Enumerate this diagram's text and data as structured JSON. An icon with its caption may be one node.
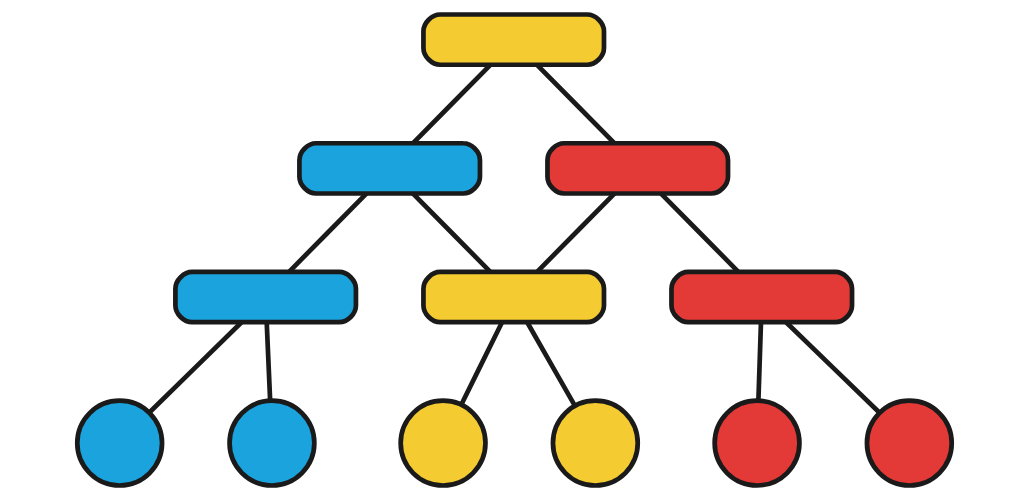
{
  "diagram": {
    "nodes": [
      {
        "text": [],
        "shape": "box"
      },
      {
        "text": [],
        "shape": "box"
      },
      {
        "text": [],
        "shape": "box"
      },
      {
        "text": [],
        "shape": "box"
      },
      {
        "text": [],
        "shape": "box"
      },
      {
        "text": [],
        "shape": "box"
      },
      {
        "text": [],
        "shape": "circle"
      },
      {
        "text": [],
        "shape": "circle"
      },
      {
        "text": [],
        "shape": "circle"
      },
      {
        "text": [],
        "shape": "circle"
      },
      {
        "text": [],
        "shape": "circle"
      },
      {
        "text": [],
        "shape": "circle"
      }
    ],
    "edges": [
      {
        "from": 0,
        "to": 1,
        "arrow": "none"
      },
      {
        "from": 0,
        "to": 2,
        "arrow": "none"
      },
      {
        "from": 1,
        "to": 3,
        "arrow": "none"
      },
      {
        "from": 1,
        "to": 4,
        "arrow": "none"
      },
      {
        "from": 2,
        "to": 4,
        "arrow": "none"
      },
      {
        "from": 2,
        "to": 5,
        "arrow": "none"
      },
      {
        "from": 3,
        "to": 6,
        "arrow": "none"
      },
      {
        "from": 3,
        "to": 7,
        "arrow": "none"
      },
      {
        "from": 4,
        "to": 8,
        "arrow": "none"
      },
      {
        "from": 4,
        "to": 9,
        "arrow": "none"
      },
      {
        "from": 5,
        "to": 10,
        "arrow": "none"
      },
      {
        "from": 5,
        "to": 11,
        "arrow": "none"
      }
    ]
  }
}
